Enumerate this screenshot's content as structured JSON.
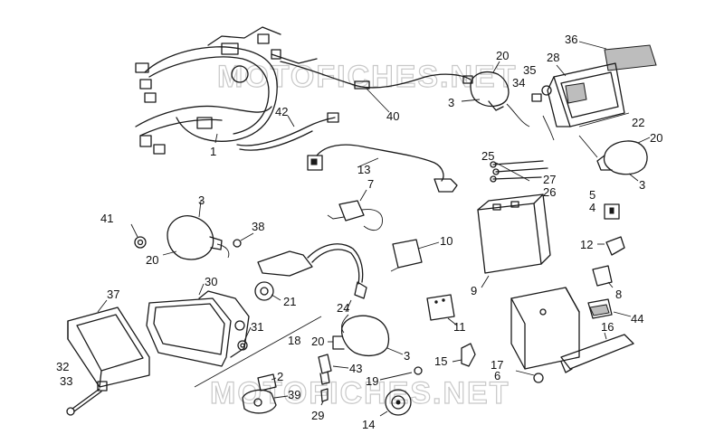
{
  "watermark": {
    "top_text": "MOTOFICHES.NET",
    "bottom_text": "MOTOFICHES.NET"
  },
  "callouts": [
    {
      "id": "c1",
      "text": "1"
    },
    {
      "id": "c42",
      "text": "42"
    },
    {
      "id": "c40",
      "text": "40"
    },
    {
      "id": "c13",
      "text": "13"
    },
    {
      "id": "c20a",
      "text": "20"
    },
    {
      "id": "c3a",
      "text": "3"
    },
    {
      "id": "c36",
      "text": "36"
    },
    {
      "id": "c28",
      "text": "28"
    },
    {
      "id": "c35",
      "text": "35"
    },
    {
      "id": "c34",
      "text": "34"
    },
    {
      "id": "c22",
      "text": "22"
    },
    {
      "id": "c20b",
      "text": "20"
    },
    {
      "id": "c3b",
      "text": "3"
    },
    {
      "id": "c25",
      "text": "25"
    },
    {
      "id": "c27",
      "text": "27"
    },
    {
      "id": "c26",
      "text": "26"
    },
    {
      "id": "c5",
      "text": "5"
    },
    {
      "id": "c4",
      "text": "4"
    },
    {
      "id": "c12",
      "text": "12"
    },
    {
      "id": "c7",
      "text": "7"
    },
    {
      "id": "c10",
      "text": "10"
    },
    {
      "id": "c9",
      "text": "9"
    },
    {
      "id": "c8",
      "text": "8"
    },
    {
      "id": "c44",
      "text": "44"
    },
    {
      "id": "c16",
      "text": "16"
    },
    {
      "id": "c11",
      "text": "11"
    },
    {
      "id": "c3c",
      "text": "3"
    },
    {
      "id": "c41",
      "text": "41"
    },
    {
      "id": "c38",
      "text": "38"
    },
    {
      "id": "c20c",
      "text": "20"
    },
    {
      "id": "c30",
      "text": "30"
    },
    {
      "id": "c37",
      "text": "37"
    },
    {
      "id": "c21",
      "text": "21"
    },
    {
      "id": "c24",
      "text": "24"
    },
    {
      "id": "c31",
      "text": "31"
    },
    {
      "id": "c18",
      "text": "18"
    },
    {
      "id": "c20d",
      "text": "20"
    },
    {
      "id": "c3d",
      "text": "3"
    },
    {
      "id": "c43",
      "text": "43"
    },
    {
      "id": "c2",
      "text": "2"
    },
    {
      "id": "c39",
      "text": "39"
    },
    {
      "id": "c29",
      "text": "29"
    },
    {
      "id": "c32",
      "text": "32"
    },
    {
      "id": "c33",
      "text": "33"
    },
    {
      "id": "c15",
      "text": "15"
    },
    {
      "id": "c19",
      "text": "19"
    },
    {
      "id": "c14",
      "text": "14"
    },
    {
      "id": "c17",
      "text": "17"
    },
    {
      "id": "c6",
      "text": "6"
    }
  ]
}
